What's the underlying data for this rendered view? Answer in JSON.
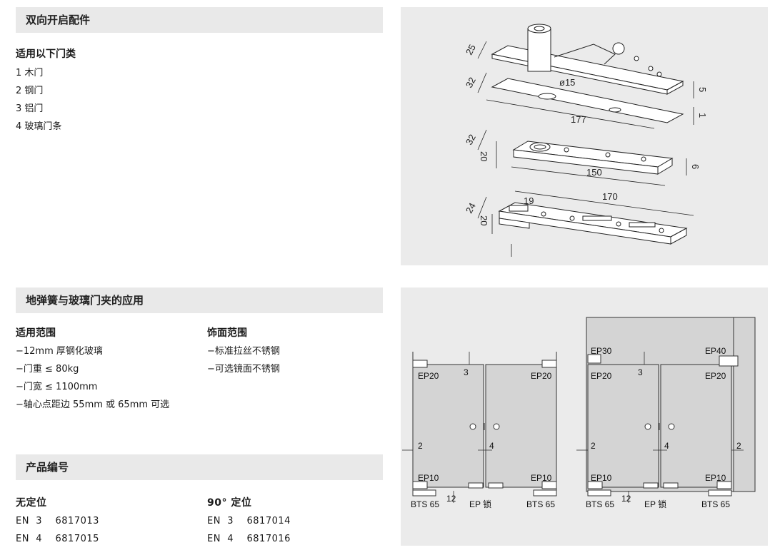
{
  "section1": {
    "title": "双向开启配件",
    "subtitle": "适用以下门类",
    "items": [
      "1  木门",
      "2  钢门",
      "3  铝门",
      "4  玻璃门条"
    ]
  },
  "drawing1": {
    "dims": [
      "25",
      "32",
      "ø15",
      "5",
      "177",
      "1",
      "32",
      "20",
      "6",
      "150",
      "24",
      "19",
      "170",
      "20"
    ]
  },
  "section2": {
    "title": "地弹簧与玻璃门夹的应用",
    "left_subtitle": "适用范围",
    "left_items": [
      "−12mm 厚钢化玻璃",
      "−门重 ≤ 80kg",
      "−门宽 ≤ 1100mm",
      "−轴心点距边 55mm 或 65mm 可选"
    ],
    "right_subtitle": "饰面范围",
    "right_items": [
      "−标准拉丝不锈钢",
      "−可选镜面不锈钢"
    ]
  },
  "section3": {
    "title": "产品编号",
    "left_subtitle": "无定位",
    "left_items": [
      "EN  3    6817013",
      "EN  4    6817015"
    ],
    "right_subtitle": "90° 定位",
    "right_items": [
      "EN  3    6817014",
      "EN  4    6817016"
    ]
  },
  "diagram_left": {
    "ep20_left": "EP20",
    "ep20_right": "EP20",
    "ep10_left": "EP10",
    "ep10_right": "EP10",
    "gap_top": "3",
    "gap_side": "2",
    "gap_center": "4",
    "gap_bottom": "12",
    "bts_left": "BTS 65",
    "ep_lock": "EP 锁",
    "bts_right": "BTS 65"
  },
  "diagram_right": {
    "ep30": "EP30",
    "ep40": "EP40",
    "ep20_left": "EP20",
    "ep20_right": "EP20",
    "ep10_left": "EP10",
    "ep10_right": "EP10",
    "gap_top": "3",
    "gap_side_left": "2",
    "gap_center": "4",
    "gap_side_right": "2",
    "gap_bottom": "12",
    "bts_left": "BTS 65",
    "ep_lock": "EP 锁",
    "bts_right": "BTS 65"
  }
}
